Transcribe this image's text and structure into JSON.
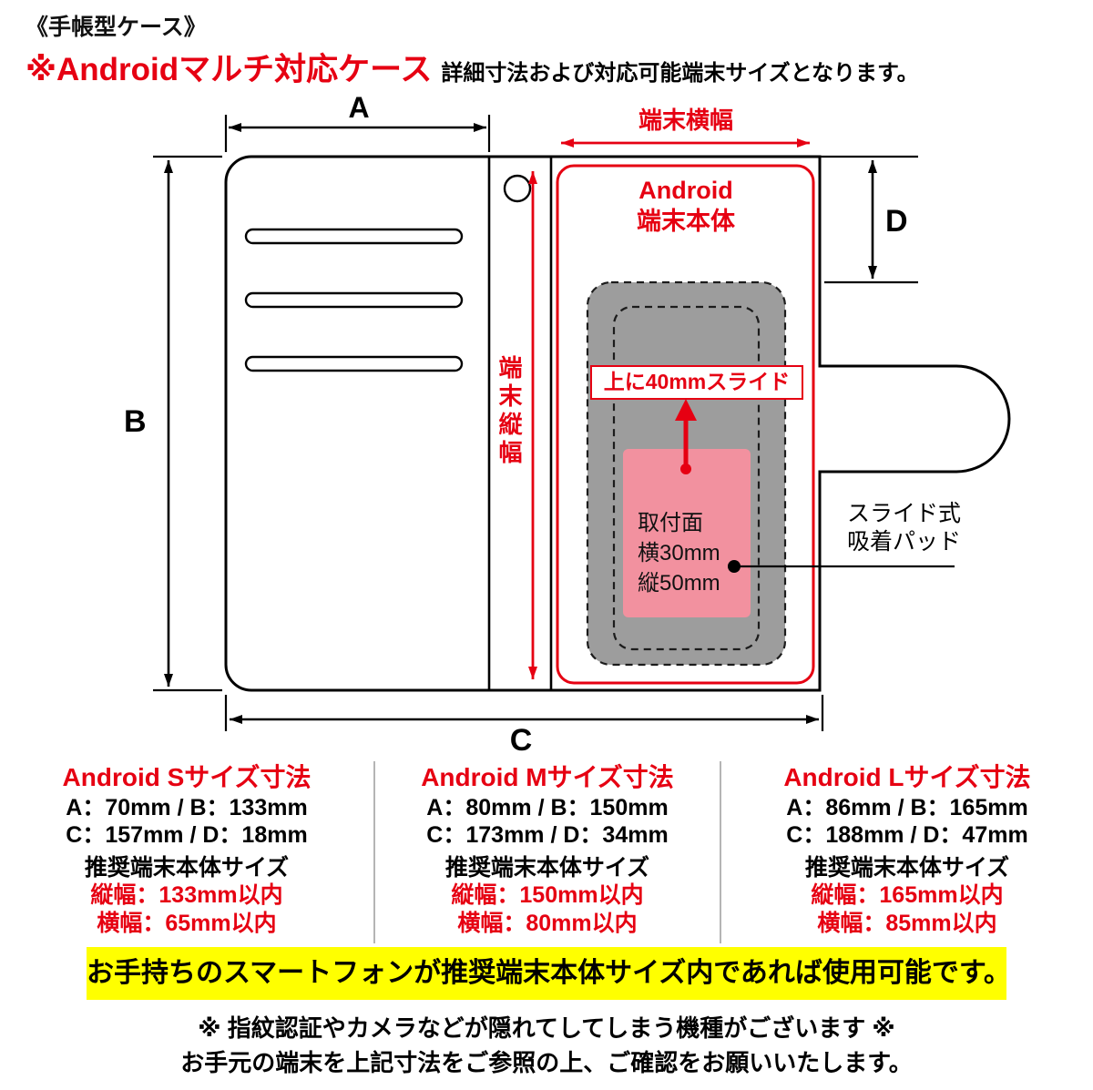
{
  "colors": {
    "accent-red": "#e60012",
    "banner-yellow": "#ffff00",
    "pad-gray": "#9d9d9d",
    "pad-pink": "#f2919f"
  },
  "header": {
    "case_type": "《手帳型ケース》",
    "title_red": "※Androidマルチ対応ケース",
    "title_black": "詳細寸法および対応可能端末サイズとなります。"
  },
  "diagram": {
    "dim_a": "A",
    "dim_b": "B",
    "dim_c": "C",
    "dim_d": "D",
    "terminal_width_label": "端末横幅",
    "terminal_height_label": "端末縦幅",
    "android_body_line1": "Android",
    "android_body_line2": "端末本体",
    "slide_note": "上に40mmスライド",
    "mount_line1": "取付面",
    "mount_line2": "横30mm",
    "mount_line3": "縦50mm",
    "slide_pad_line1": "スライド式",
    "slide_pad_line2": "吸着パッド"
  },
  "sizes": [
    {
      "title": "Android Sサイズ寸法",
      "dims_ab": "A：70mm / B：133mm",
      "dims_cd": "C：157mm / D：18mm",
      "recommend_title": "推奨端末本体サイズ",
      "height_limit": "縦幅：133mm以内",
      "width_limit": "横幅：65mm以内"
    },
    {
      "title": "Android Mサイズ寸法",
      "dims_ab": "A：80mm / B：150mm",
      "dims_cd": "C：173mm / D：34mm",
      "recommend_title": "推奨端末本体サイズ",
      "height_limit": "縦幅：150mm以内",
      "width_limit": "横幅：80mm以内"
    },
    {
      "title": "Android Lサイズ寸法",
      "dims_ab": "A：86mm / B：165mm",
      "dims_cd": "C：188mm / D：47mm",
      "recommend_title": "推奨端末本体サイズ",
      "height_limit": "縦幅：165mm以内",
      "width_limit": "横幅：85mm以内"
    }
  ],
  "banner": {
    "text": "お手持ちのスマートフォンが推奨端末本体サイズ内であれば使用可能です。"
  },
  "footer": {
    "note1": "※ 指紋認証やカメラなどが隠れてしてしまう機種がございます ※",
    "note2": "お手元の端末を上記寸法をご参照の上、ご確認をお願いいたします。"
  }
}
